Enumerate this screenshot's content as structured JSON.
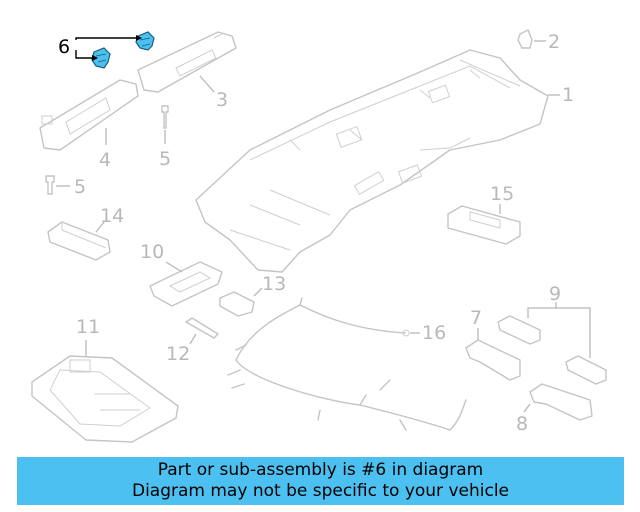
{
  "diagram": {
    "callouts": {
      "c1": "1",
      "c2": "2",
      "c3": "3",
      "c4": "4",
      "c5a": "5",
      "c5b": "5",
      "c6": "6",
      "c7": "7",
      "c8": "8",
      "c9": "9",
      "c10": "10",
      "c11": "11",
      "c12": "12",
      "c13": "13",
      "c14": "14",
      "c15": "15",
      "c16": "16"
    },
    "colors": {
      "highlight": "#4cc0f0",
      "line_art": "#c4c4c4",
      "callout_text": "#b8b8b8"
    }
  },
  "banner": {
    "line1": "Part or sub-assembly is #6 in diagram",
    "line2": "Diagram may not be specific to your vehicle"
  }
}
